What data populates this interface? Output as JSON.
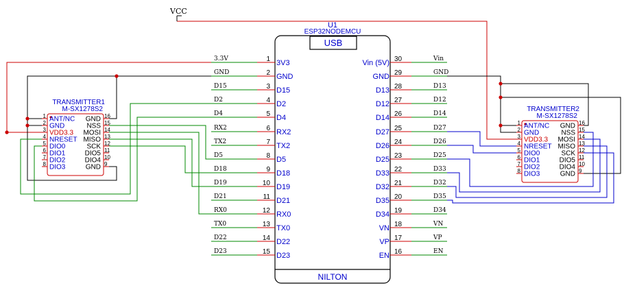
{
  "vcc_label": "VCC",
  "colors": {
    "wire_black": "#000000",
    "wire_red": "#cc0000",
    "wire_green": "#008800",
    "wire_blue": "#0000cc",
    "pin_red": "#cc0000",
    "label_blue": "#0000cc",
    "net_green": "#006600",
    "label_dark": "#000000"
  },
  "esp32": {
    "ref": "U1",
    "value": "ESP32NODEMCU",
    "usb_label": "USB",
    "footer_label": "NILTON",
    "left_pins": [
      {
        "num": "1",
        "name": "3V3",
        "net": "3.3V"
      },
      {
        "num": "2",
        "name": "GND",
        "net": "GND"
      },
      {
        "num": "3",
        "name": "D15",
        "net": "D15"
      },
      {
        "num": "4",
        "name": "D2",
        "net": "D2"
      },
      {
        "num": "5",
        "name": "D4",
        "net": "D4"
      },
      {
        "num": "6",
        "name": "RX2",
        "net": "RX2"
      },
      {
        "num": "7",
        "name": "TX2",
        "net": "TX2"
      },
      {
        "num": "8",
        "name": "D5",
        "net": "D5"
      },
      {
        "num": "9",
        "name": "D18",
        "net": "D18"
      },
      {
        "num": "10",
        "name": "D19",
        "net": "D19"
      },
      {
        "num": "11",
        "name": "D21",
        "net": "D21"
      },
      {
        "num": "12",
        "name": "RX0",
        "net": "RX0"
      },
      {
        "num": "13",
        "name": "TX0",
        "net": "TX0"
      },
      {
        "num": "14",
        "name": "D22",
        "net": "D22"
      },
      {
        "num": "15",
        "name": "D23",
        "net": "D23"
      }
    ],
    "right_pins": [
      {
        "num": "30",
        "name": "Vin (5V)",
        "net": "Vin"
      },
      {
        "num": "29",
        "name": "GND",
        "net": "GND"
      },
      {
        "num": "28",
        "name": "D13",
        "net": "D13"
      },
      {
        "num": "27",
        "name": "D12",
        "net": "D12"
      },
      {
        "num": "26",
        "name": "D14",
        "net": "D14"
      },
      {
        "num": "25",
        "name": "D27",
        "net": "D27"
      },
      {
        "num": "24",
        "name": "D26",
        "net": "D26"
      },
      {
        "num": "23",
        "name": "D25",
        "net": "D25"
      },
      {
        "num": "22",
        "name": "D33",
        "net": "D33"
      },
      {
        "num": "21",
        "name": "D32",
        "net": "D32"
      },
      {
        "num": "20",
        "name": "D35",
        "net": "D35"
      },
      {
        "num": "19",
        "name": "D34",
        "net": "D34"
      },
      {
        "num": "18",
        "name": "VN",
        "net": "VN"
      },
      {
        "num": "17",
        "name": "VP",
        "net": "VP"
      },
      {
        "num": "16",
        "name": "EN",
        "net": "EN"
      }
    ]
  },
  "transmitters": [
    {
      "title": "TRANSMITTER1",
      "part": "M-SX1278S2",
      "left_pins": [
        {
          "num": "1",
          "name": "ANT/NC"
        },
        {
          "num": "2",
          "name": "GND"
        },
        {
          "num": "3",
          "name": "VDD3.3"
        },
        {
          "num": "4",
          "name": "NRESET"
        },
        {
          "num": "5",
          "name": "DIO0"
        },
        {
          "num": "6",
          "name": "DIO1"
        },
        {
          "num": "7",
          "name": "DIO2"
        },
        {
          "num": "8",
          "name": "DIO3"
        }
      ],
      "right_pins": [
        {
          "num": "16",
          "name": "GND"
        },
        {
          "num": "15",
          "name": "NSS"
        },
        {
          "num": "14",
          "name": "MOSI"
        },
        {
          "num": "13",
          "name": "MISO"
        },
        {
          "num": "12",
          "name": "SCK"
        },
        {
          "num": "11",
          "name": "DIO5"
        },
        {
          "num": "10",
          "name": "DIO4"
        },
        {
          "num": "9",
          "name": "GND"
        }
      ]
    },
    {
      "title": "TRANSMITTER2",
      "part": "M-SX1278S2",
      "left_pins": [
        {
          "num": "1",
          "name": "ANT/NC"
        },
        {
          "num": "2",
          "name": "GND"
        },
        {
          "num": "3",
          "name": "VDD3.3"
        },
        {
          "num": "4",
          "name": "NRESET"
        },
        {
          "num": "5",
          "name": "DIO0"
        },
        {
          "num": "6",
          "name": "DIO1"
        },
        {
          "num": "7",
          "name": "DIO2"
        },
        {
          "num": "8",
          "name": "DIO3"
        }
      ],
      "right_pins": [
        {
          "num": "16",
          "name": "GND"
        },
        {
          "num": "15",
          "name": "NSS"
        },
        {
          "num": "14",
          "name": "MOSI"
        },
        {
          "num": "13",
          "name": "MISO"
        },
        {
          "num": "12",
          "name": "SCK"
        },
        {
          "num": "11",
          "name": "DIO5"
        },
        {
          "num": "10",
          "name": "DIO4"
        },
        {
          "num": "9",
          "name": "GND"
        }
      ]
    }
  ]
}
